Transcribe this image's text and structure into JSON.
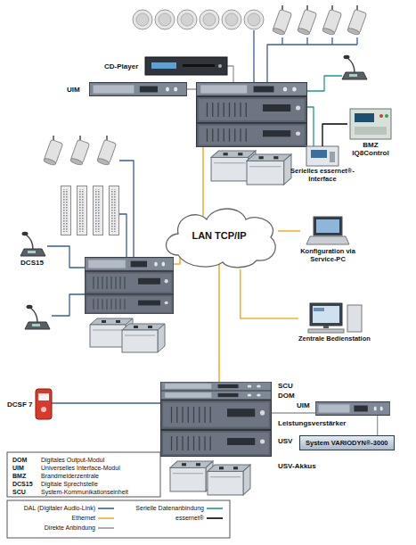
{
  "diagram": {
    "nodes": [
      {
        "text": [
          "CD-Player"
        ]
      },
      {
        "text": [
          "UIM"
        ]
      },
      {
        "text": [
          "BMZ IQ8Control"
        ]
      },
      {
        "text": [
          "Serielles essernet®-Interface"
        ]
      },
      {
        "text": [
          "LAN TCP/IP"
        ]
      },
      {
        "text": [
          "Konfiguration via Service-PC"
        ]
      },
      {
        "text": [
          "DCS15"
        ]
      },
      {
        "text": [
          "Zentrale Bedienstation"
        ]
      },
      {
        "text": [
          "DCSF 7"
        ]
      },
      {
        "text": [
          "UIM"
        ]
      },
      {
        "text": [
          "System VARIODYN®-3000"
        ]
      }
    ],
    "edges": [
      {
        "from": 3,
        "to": 2,
        "arrow": "none"
      },
      {
        "from": 4,
        "to": 5,
        "arrow": "none"
      },
      {
        "from": 4,
        "to": 7,
        "arrow": "none"
      },
      {
        "from": 9,
        "to": 10,
        "arrow": "none"
      }
    ],
    "labels": [
      "SCU",
      "DOM",
      "Leistungsverstärker",
      "USV",
      "USV-Akkus",
      "DOM",
      "Digitales Output-Modul",
      "UIM",
      "Universelles Interface-Modul",
      "BMZ",
      "Brandmelderzentrale",
      "DCS15",
      "Digitale Sprechstelle",
      "SCU",
      "System-Kommunikationseinheit"
    ],
    "legend": [
      {
        "text": "DAL (Digitaler Audio-Link)"
      },
      {
        "text": "Serielle Datenanbindung"
      },
      {
        "text": "Ethernet"
      },
      {
        "text": "essernet®"
      },
      {
        "text": "Direkte Anbindung"
      }
    ]
  }
}
